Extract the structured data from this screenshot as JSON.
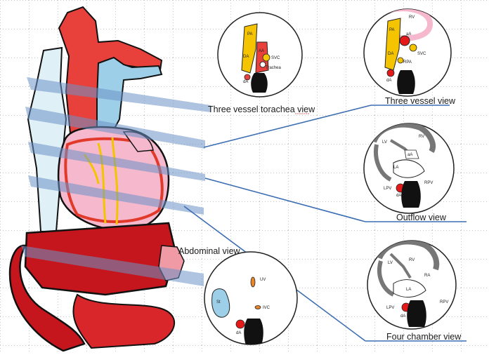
{
  "views": {
    "three_vessel_trachea": {
      "title": "Three vessel torachea view",
      "labels": {
        "pa": "PA",
        "da": "DA",
        "aa": "AA",
        "svc": "SVC",
        "trachea": "Trachea",
        "da_desc": "dA"
      }
    },
    "three_vessel": {
      "title": "Three vessel  view",
      "labels": {
        "rv": "RV",
        "pa": "PA",
        "da": "DA",
        "aa": "aA",
        "svc": "SVC",
        "rpa": "RPA",
        "da_desc": "dA"
      }
    },
    "outflow": {
      "title": "Outflow view",
      "labels": {
        "lv": "LV",
        "rv": "RV",
        "aa": "aA",
        "la": "LA",
        "lpv": "LPV",
        "rpv": "RPV",
        "da_desc": "dA"
      }
    },
    "abdominal": {
      "title": "Abdominal  view",
      "labels": {
        "uv": "UV",
        "st": "St",
        "ivc": "IVC",
        "da_desc": "dA"
      }
    },
    "four_chamber": {
      "title": "Four chamber view",
      "labels": {
        "lv": "LV",
        "rv": "RV",
        "ra": "RA",
        "la": "LA",
        "lpv": "LPV",
        "rpv": "RPV",
        "da_desc": "dA"
      }
    }
  },
  "colors": {
    "aorta_red": "#e8403a",
    "pulmonary_blue": "#9dd0e8",
    "myocardium_pink": "#f5b8cc",
    "liver_red": "#c4161c",
    "vessel_yellow": "#f4c400",
    "plane_blue": "#6d93c8",
    "pointer_line": "#3b6db3",
    "spine_black": "#111111"
  }
}
